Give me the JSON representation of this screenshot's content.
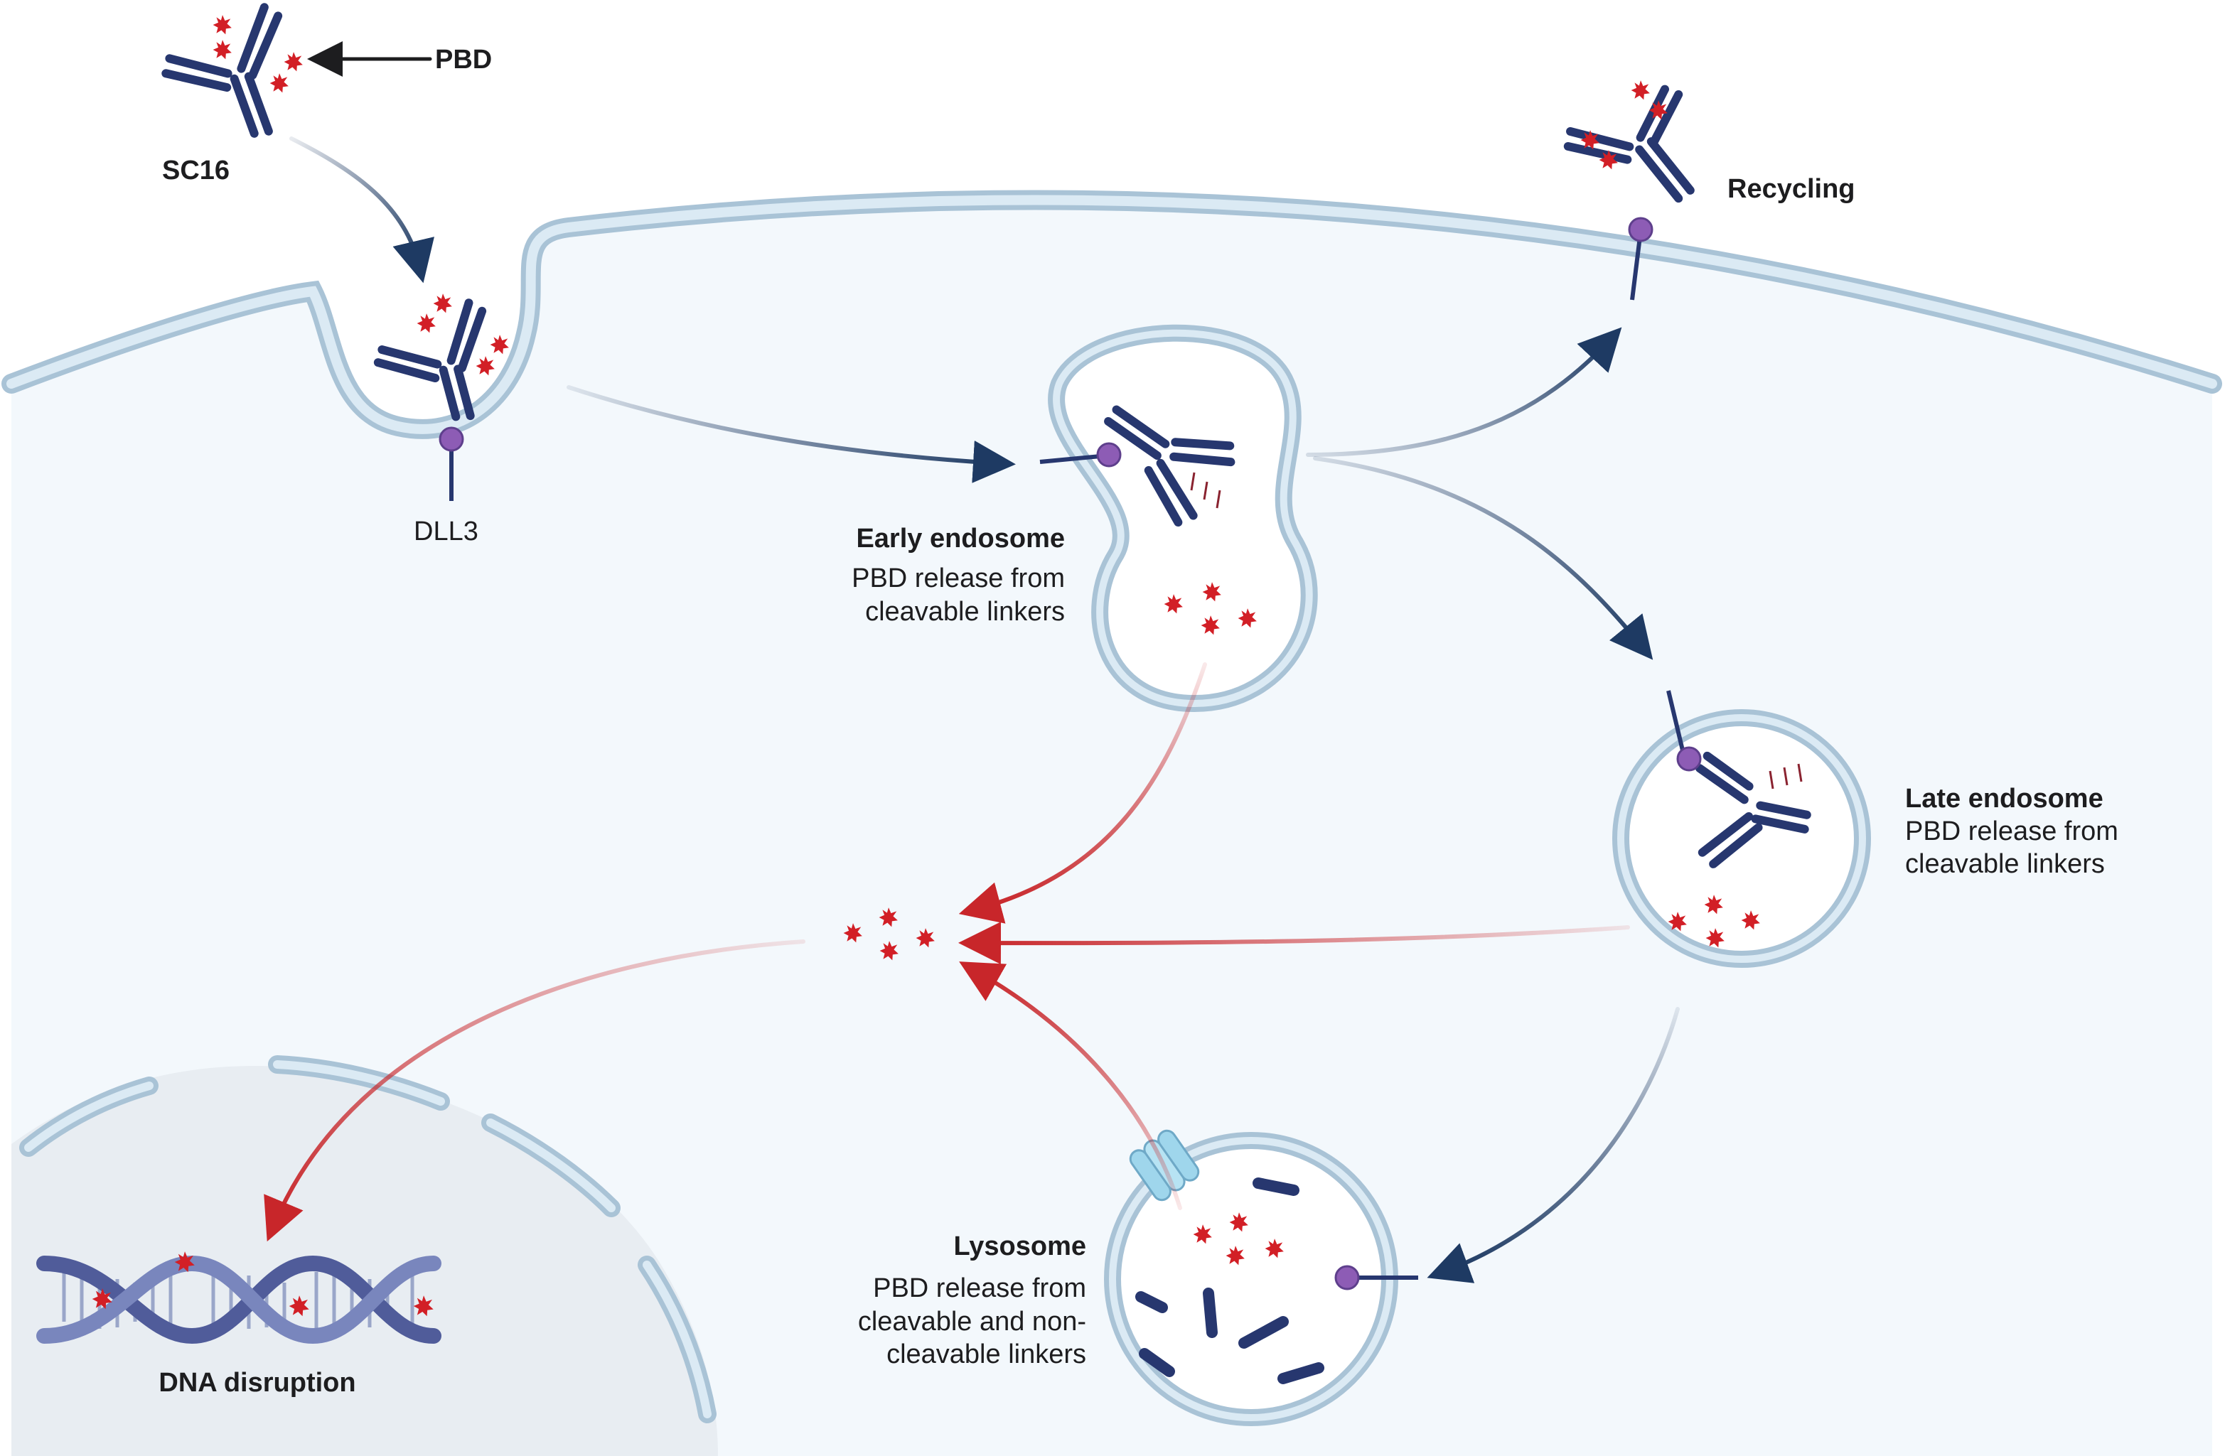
{
  "colors": {
    "membrane": "#a9c3d6",
    "membrane_light": "#dbeaf4",
    "cytoplasm": "#f3f8fc",
    "nucleus": "#e8edf2",
    "antibody": "#27376f",
    "payload": "#d21f26",
    "receptor": "#8d5cb5",
    "arrow_blue": "#1e3a63",
    "arrow_red": "#c8262a"
  },
  "labels": {
    "pbd": "PBD",
    "sc16": "SC16",
    "dll3": "DLL3",
    "recycling": "Recycling",
    "early_endosome_title": "Early endosome",
    "early_endosome_line1": "PBD release from",
    "early_endosome_line2": "cleavable linkers",
    "late_endosome_title": "Late endosome",
    "late_endosome_line1": "PBD release from",
    "late_endosome_line2": "cleavable linkers",
    "lysosome_title": "Lysosome",
    "lysosome_line1": "PBD release from",
    "lysosome_line2": "cleavable and non-",
    "lysosome_line3": "cleavable linkers",
    "dna_disruption": "DNA disruption"
  },
  "icons": [
    "antibody-icon",
    "pbd-payload-icon",
    "dll3-receptor-icon",
    "transporter-channel-icon",
    "dna-helix-icon"
  ]
}
